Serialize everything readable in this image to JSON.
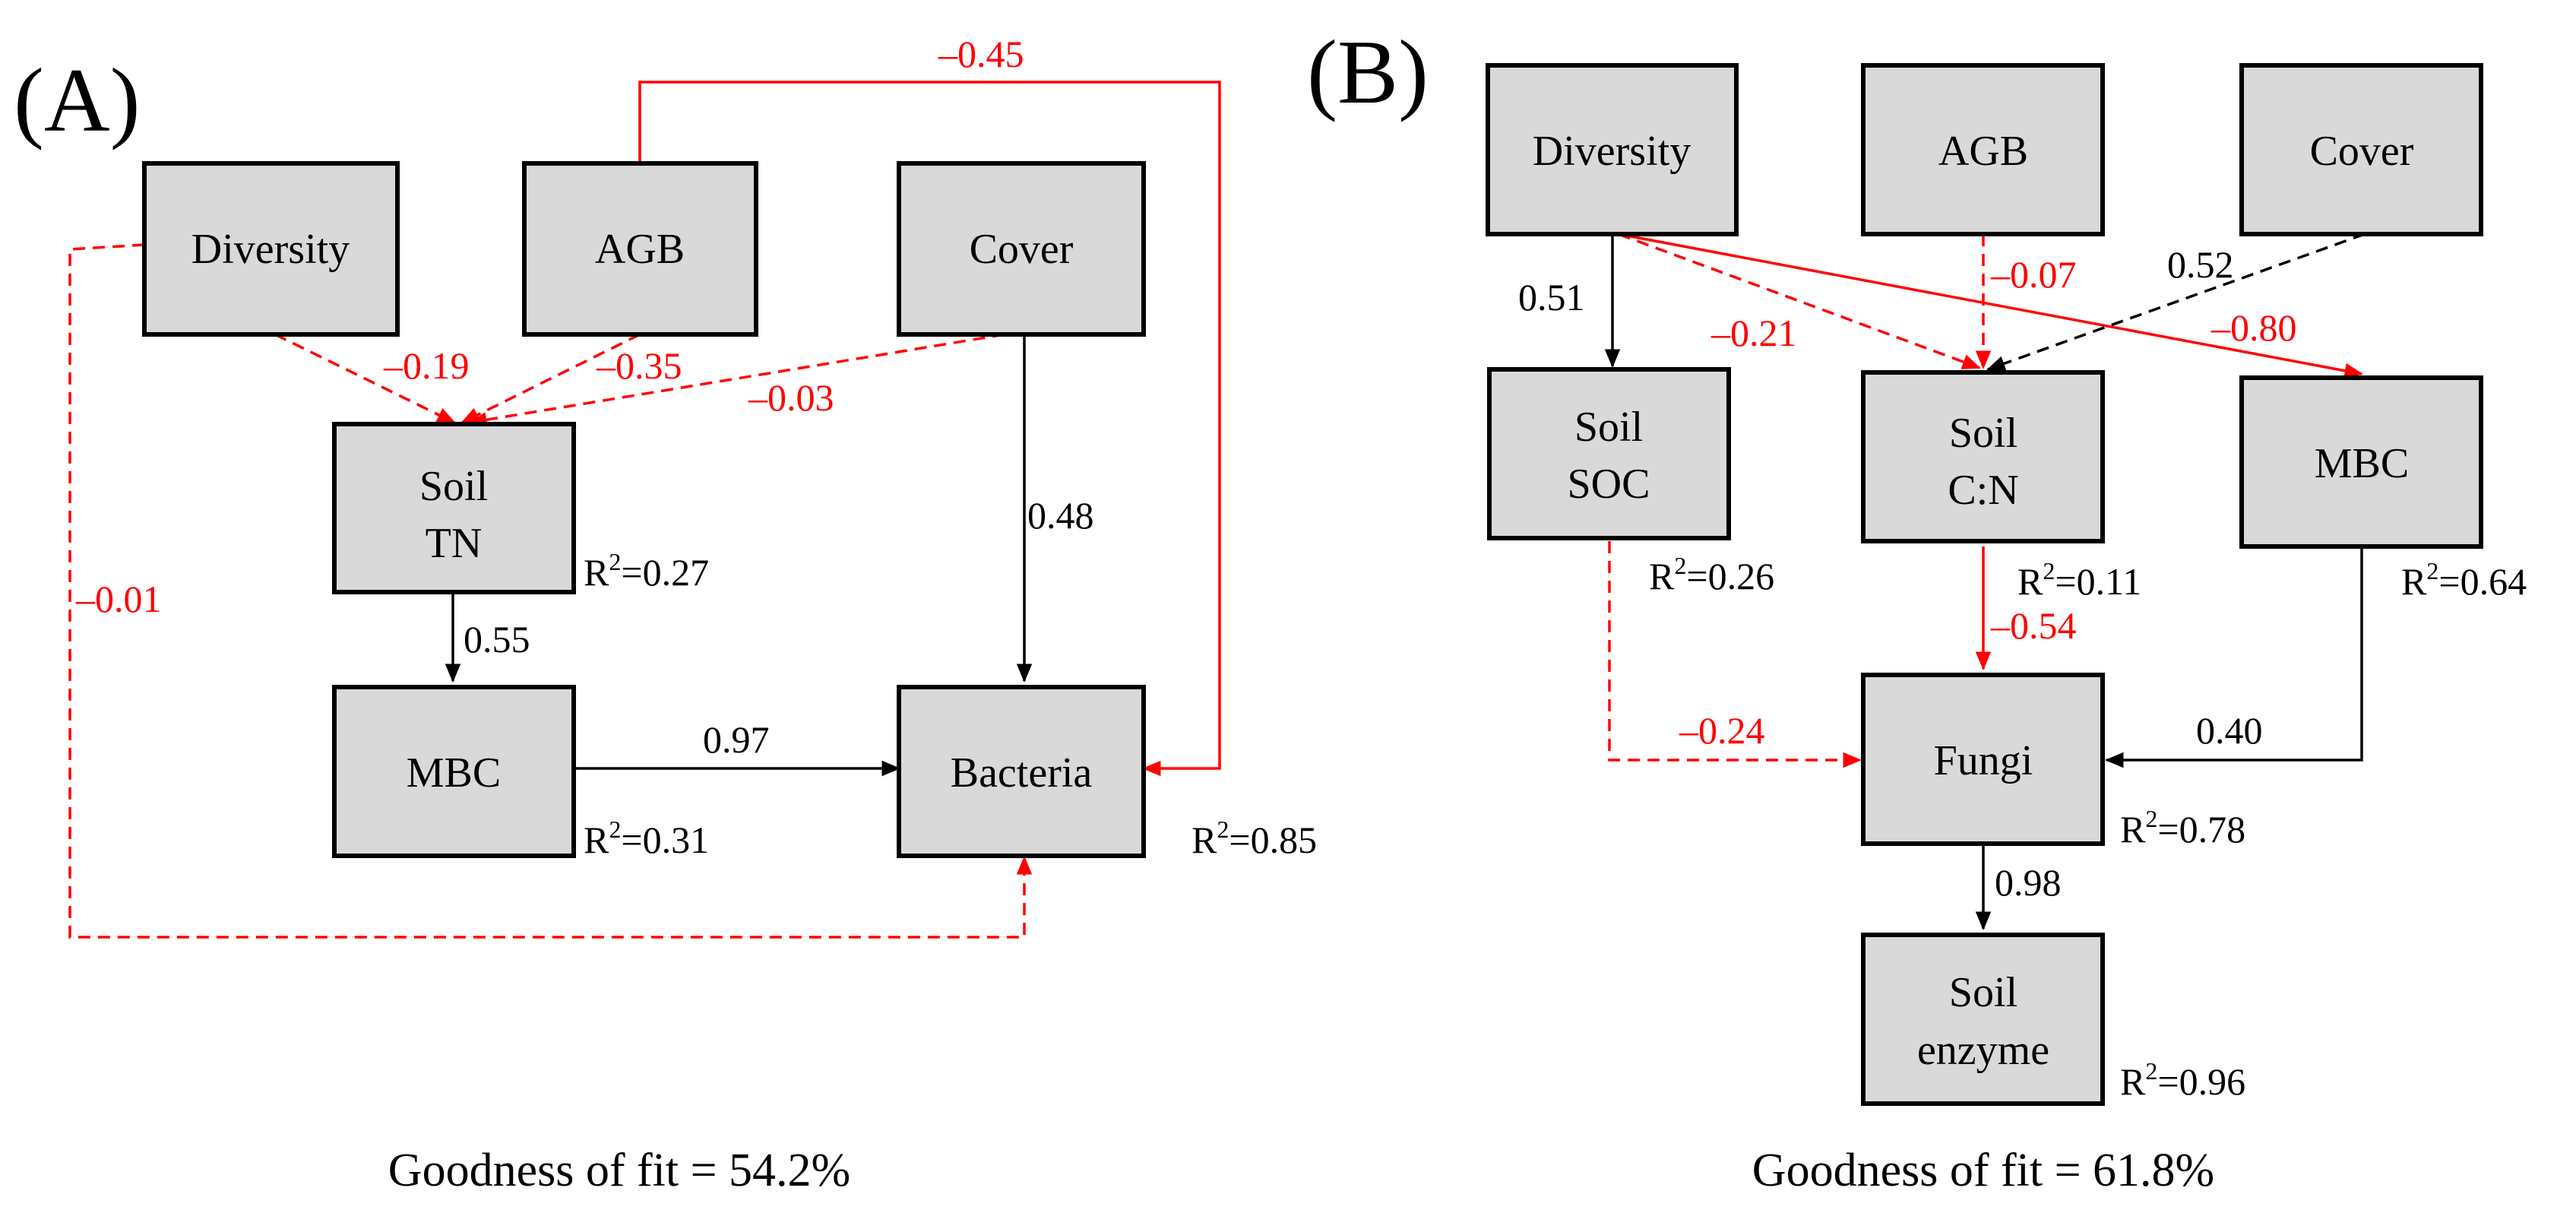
{
  "panels": [
    {
      "label": "(A)",
      "nodes": {
        "diversity": {
          "lines": [
            "Diversity"
          ]
        },
        "agb": {
          "lines": [
            "AGB"
          ]
        },
        "cover": {
          "lines": [
            "Cover"
          ]
        },
        "soil_tn": {
          "lines": [
            "Soil",
            "TN"
          ],
          "r2": "0.27"
        },
        "mbc": {
          "lines": [
            "MBC"
          ],
          "r2": "0.31"
        },
        "bacteria": {
          "lines": [
            "Bacteria"
          ],
          "r2": "0.85"
        }
      },
      "paths": [
        {
          "from": "Diversity",
          "to": "Soil TN",
          "coef": "–0.19",
          "sign": "negative",
          "style": "dashed"
        },
        {
          "from": "AGB",
          "to": "Soil TN",
          "coef": "–0.35",
          "sign": "negative",
          "style": "dashed"
        },
        {
          "from": "Cover",
          "to": "Soil TN",
          "coef": "–0.03",
          "sign": "negative",
          "style": "dashed"
        },
        {
          "from": "AGB",
          "to": "Bacteria",
          "coef": "–0.45",
          "sign": "negative",
          "style": "solid"
        },
        {
          "from": "Diversity",
          "to": "Bacteria",
          "coef": "–0.01",
          "sign": "negative",
          "style": "dashed"
        },
        {
          "from": "Cover",
          "to": "Bacteria",
          "coef": "0.48",
          "sign": "positive",
          "style": "solid"
        },
        {
          "from": "Soil TN",
          "to": "MBC",
          "coef": "0.55",
          "sign": "positive",
          "style": "solid"
        },
        {
          "from": "MBC",
          "to": "Bacteria",
          "coef": "0.97",
          "sign": "positive",
          "style": "solid"
        }
      ],
      "goodness_of_fit": "Goodness of fit = 54.2%"
    },
    {
      "label": "(B)",
      "nodes": {
        "diversity": {
          "lines": [
            "Diversity"
          ]
        },
        "agb": {
          "lines": [
            "AGB"
          ]
        },
        "cover": {
          "lines": [
            "Cover"
          ]
        },
        "soil_soc": {
          "lines": [
            "Soil",
            "SOC"
          ],
          "r2": "0.26"
        },
        "soil_cn": {
          "lines": [
            "Soil",
            "C:N"
          ],
          "r2": "0.11"
        },
        "mbc": {
          "lines": [
            "MBC"
          ],
          "r2": "0.64"
        },
        "fungi": {
          "lines": [
            "Fungi"
          ],
          "r2": "0.78"
        },
        "soil_enzyme": {
          "lines": [
            "Soil",
            "enzyme"
          ],
          "r2": "0.96"
        }
      },
      "paths": [
        {
          "from": "Diversity",
          "to": "Soil SOC",
          "coef": "0.51",
          "sign": "positive",
          "style": "solid"
        },
        {
          "from": "Diversity",
          "to": "Soil C:N",
          "coef": "–0.21",
          "sign": "negative",
          "style": "dashed"
        },
        {
          "from": "Diversity",
          "to": "MBC",
          "coef": "–0.80",
          "sign": "negative",
          "style": "solid"
        },
        {
          "from": "AGB",
          "to": "Soil C:N",
          "coef": "–0.07",
          "sign": "negative",
          "style": "dashed"
        },
        {
          "from": "Cover",
          "to": "Soil C:N",
          "coef": "0.52",
          "sign": "positive",
          "style": "dashed"
        },
        {
          "from": "Soil C:N",
          "to": "Fungi",
          "coef": "–0.54",
          "sign": "negative",
          "style": "solid"
        },
        {
          "from": "Soil SOC",
          "to": "Fungi",
          "coef": "–0.24",
          "sign": "negative",
          "style": "dashed"
        },
        {
          "from": "MBC",
          "to": "Fungi",
          "coef": "0.40",
          "sign": "positive",
          "style": "solid"
        },
        {
          "from": "Fungi",
          "to": "Soil enzyme",
          "coef": "0.98",
          "sign": "positive",
          "style": "solid"
        }
      ],
      "goodness_of_fit": "Goodness of fit = 61.8%"
    }
  ],
  "r2_prefix": "R",
  "r2_exponent": "2",
  "colors": {
    "positive": "#000000",
    "negative": "#ff0000",
    "box_fill": "#d9d9d9",
    "box_stroke": "#000000"
  }
}
